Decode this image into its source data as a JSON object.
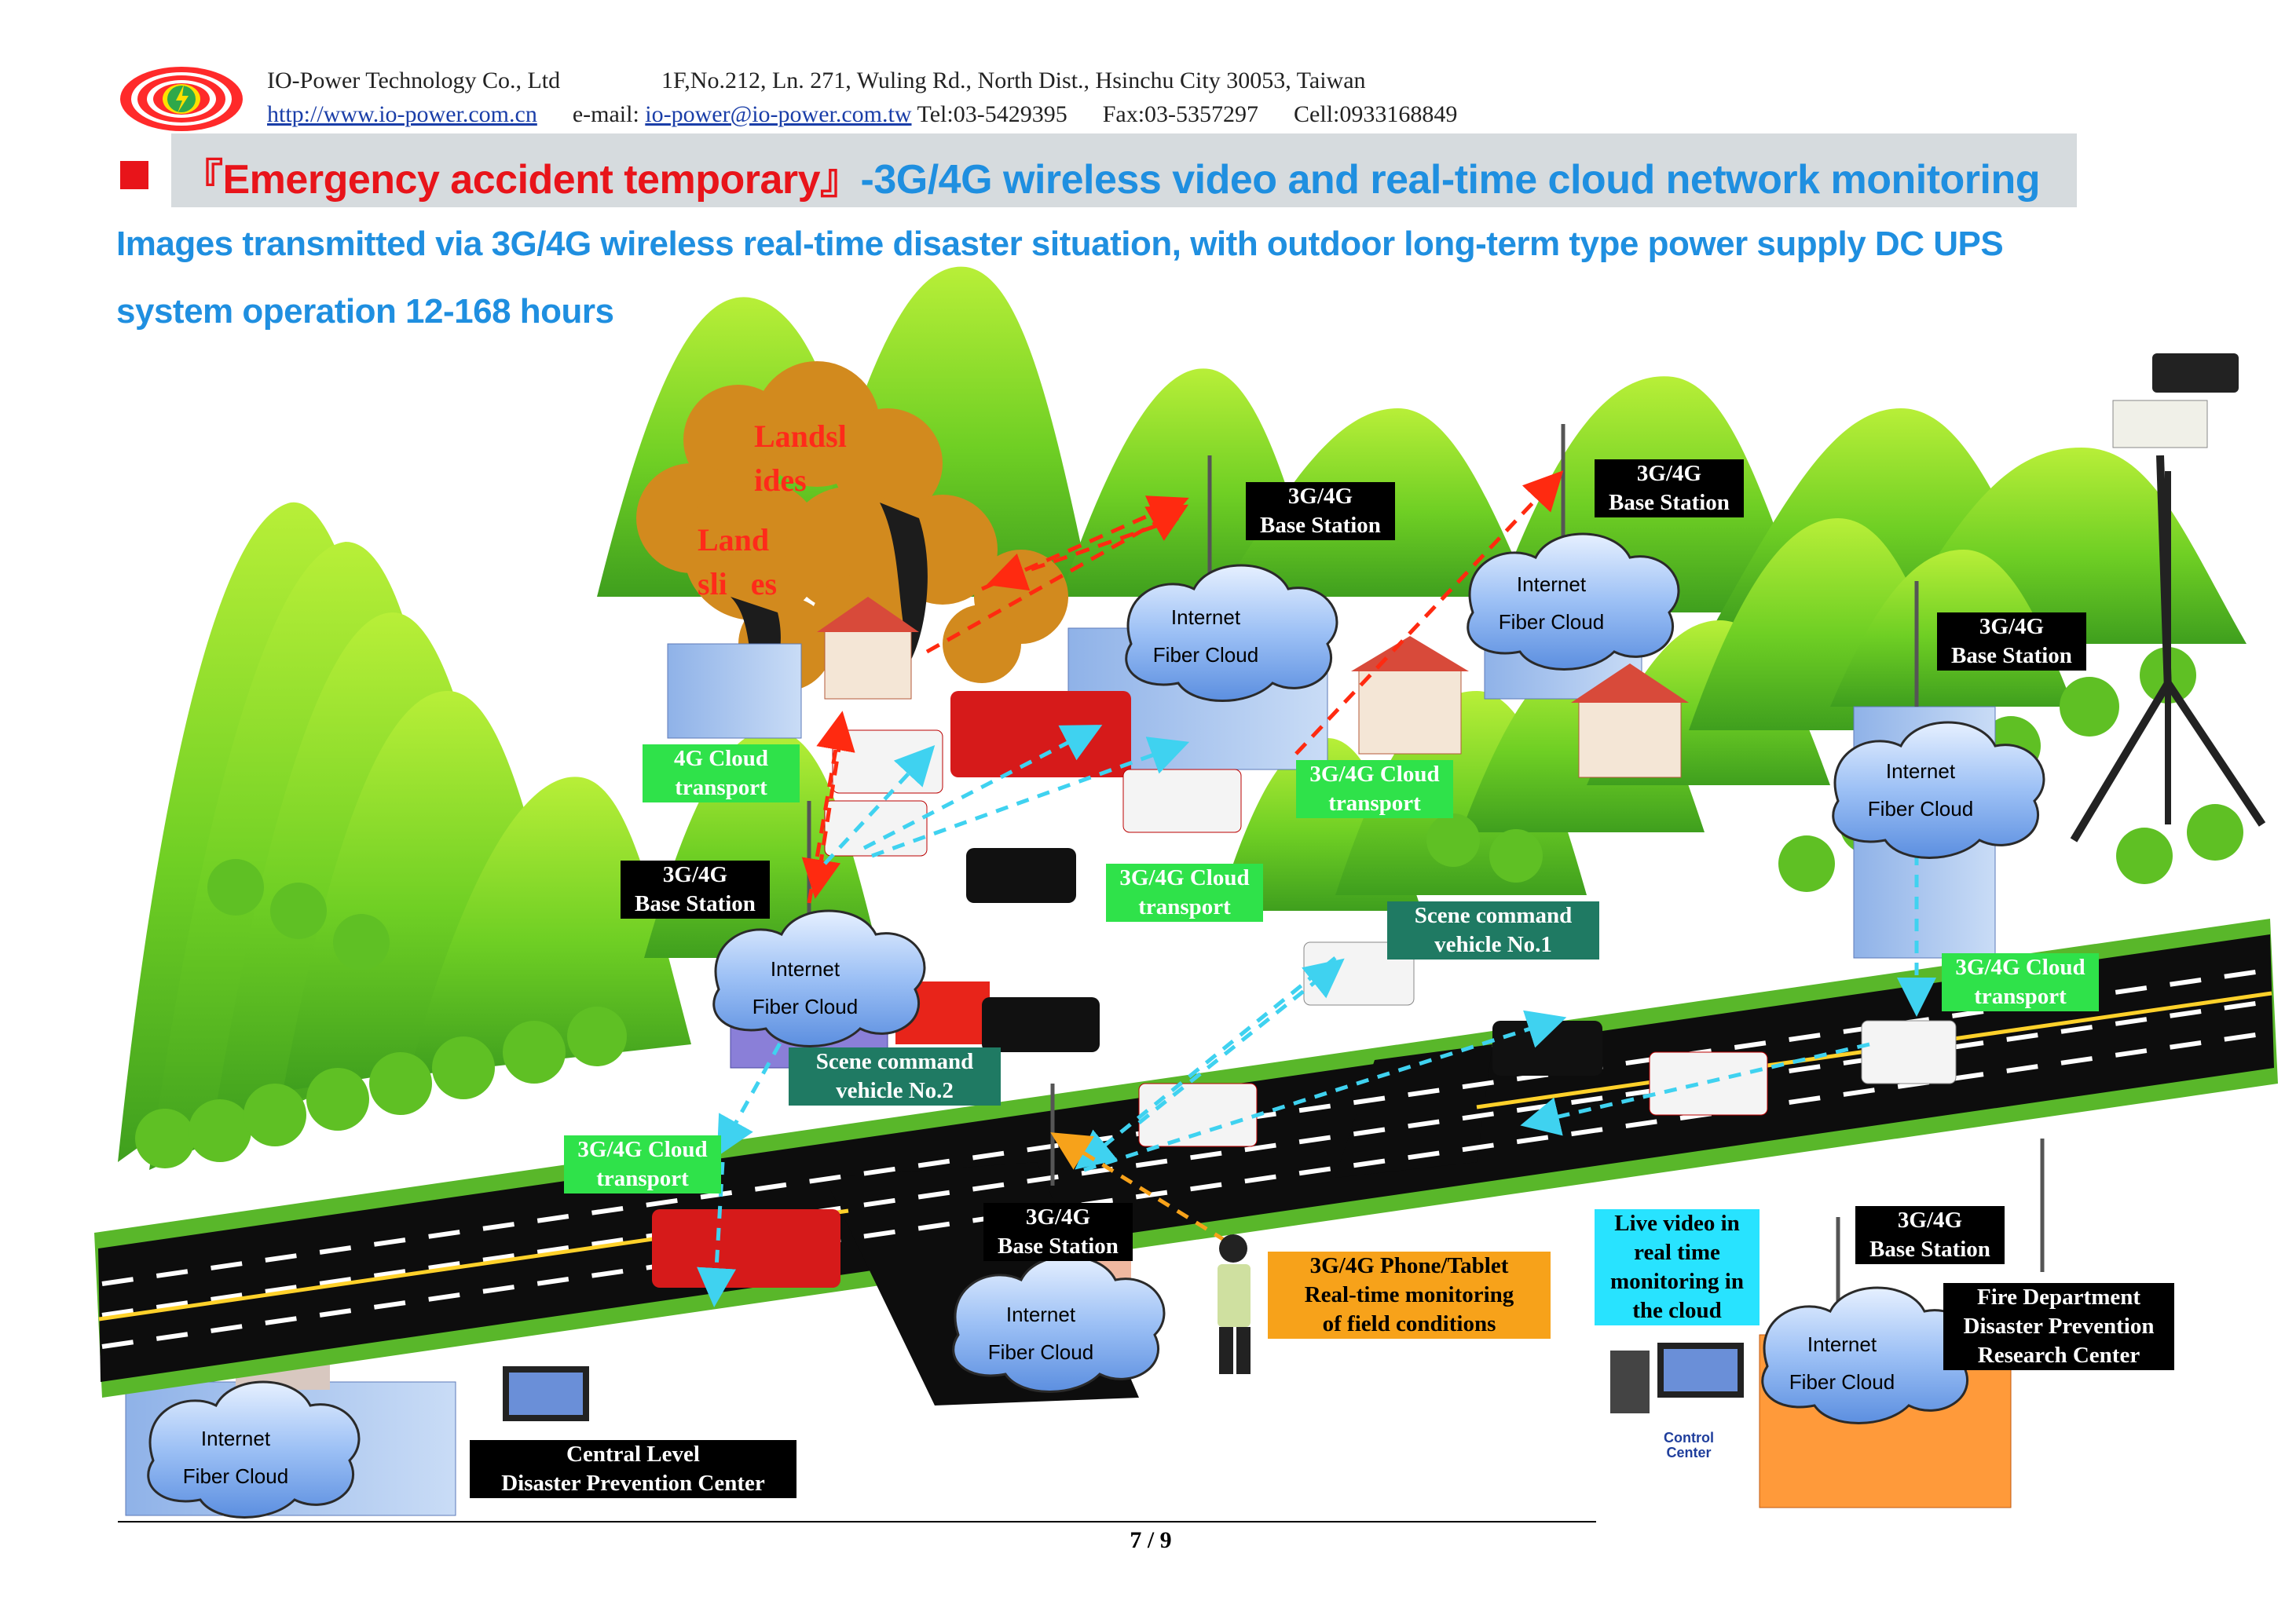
{
  "header": {
    "company": "IO-Power Technology Co., Ltd",
    "address": "1F,No.212, Ln. 271, Wuling Rd., North Dist., Hsinchu City 30053, Taiwan",
    "website": "http://www.io-power.com.cn",
    "email_label": "e-mail:",
    "email": "io-power@io-power.com.tw",
    "tel": "Tel:03-5429395",
    "fax": "Fax:03-5357297",
    "cell": "Cell:0933168849"
  },
  "title": {
    "part1": "『Emergency accident temporary』",
    "part2": "-3G/4G wireless video and real-time cloud network monitoring"
  },
  "subtitle": {
    "line1": "Images transmitted via 3G/4G wireless real-time disaster situation, with outdoor long-term type power supply DC UPS",
    "line2": "system operation 12-168 hours"
  },
  "labels": {
    "base_station": "3G/4G\nBase Station",
    "cloud_transport": "3G/4G Cloud\ntransport",
    "cloud_transport_partial": "4G Cloud\ntransport",
    "internet": "Internet",
    "fiber_cloud": "Fiber Cloud",
    "landslides_1": "Landsl\nides",
    "landslides_2": "Land\nsli   es",
    "scene_cmd_1": "Scene command\nvehicle No.1",
    "scene_cmd_2": "Scene command\nvehicle No.2",
    "phone_tablet": "3G/4G Phone/Tablet\nReal-time monitoring\nof field conditions",
    "live_video": "Live video in\nreal time\nmonitoring in\nthe cloud",
    "fire_dept": "Fire Department\nDisaster Prevention\nResearch Center",
    "central": "Central Level\nDisaster Prevention Center",
    "control_center": "Control\nCenter"
  },
  "footer": {
    "page": "7 / 9"
  },
  "colors": {
    "title_red": "#e8141a",
    "title_blue": "#1f8fe0",
    "label_black": "#000000",
    "label_green": "#2fe24a",
    "label_teal": "#1f7a63",
    "label_orange": "#f7a21a",
    "label_cyan": "#28e3ff",
    "arrow_red": "#ff2a10",
    "arrow_cyan": "#3fd2f0",
    "arrow_orange": "#f7a21a"
  }
}
